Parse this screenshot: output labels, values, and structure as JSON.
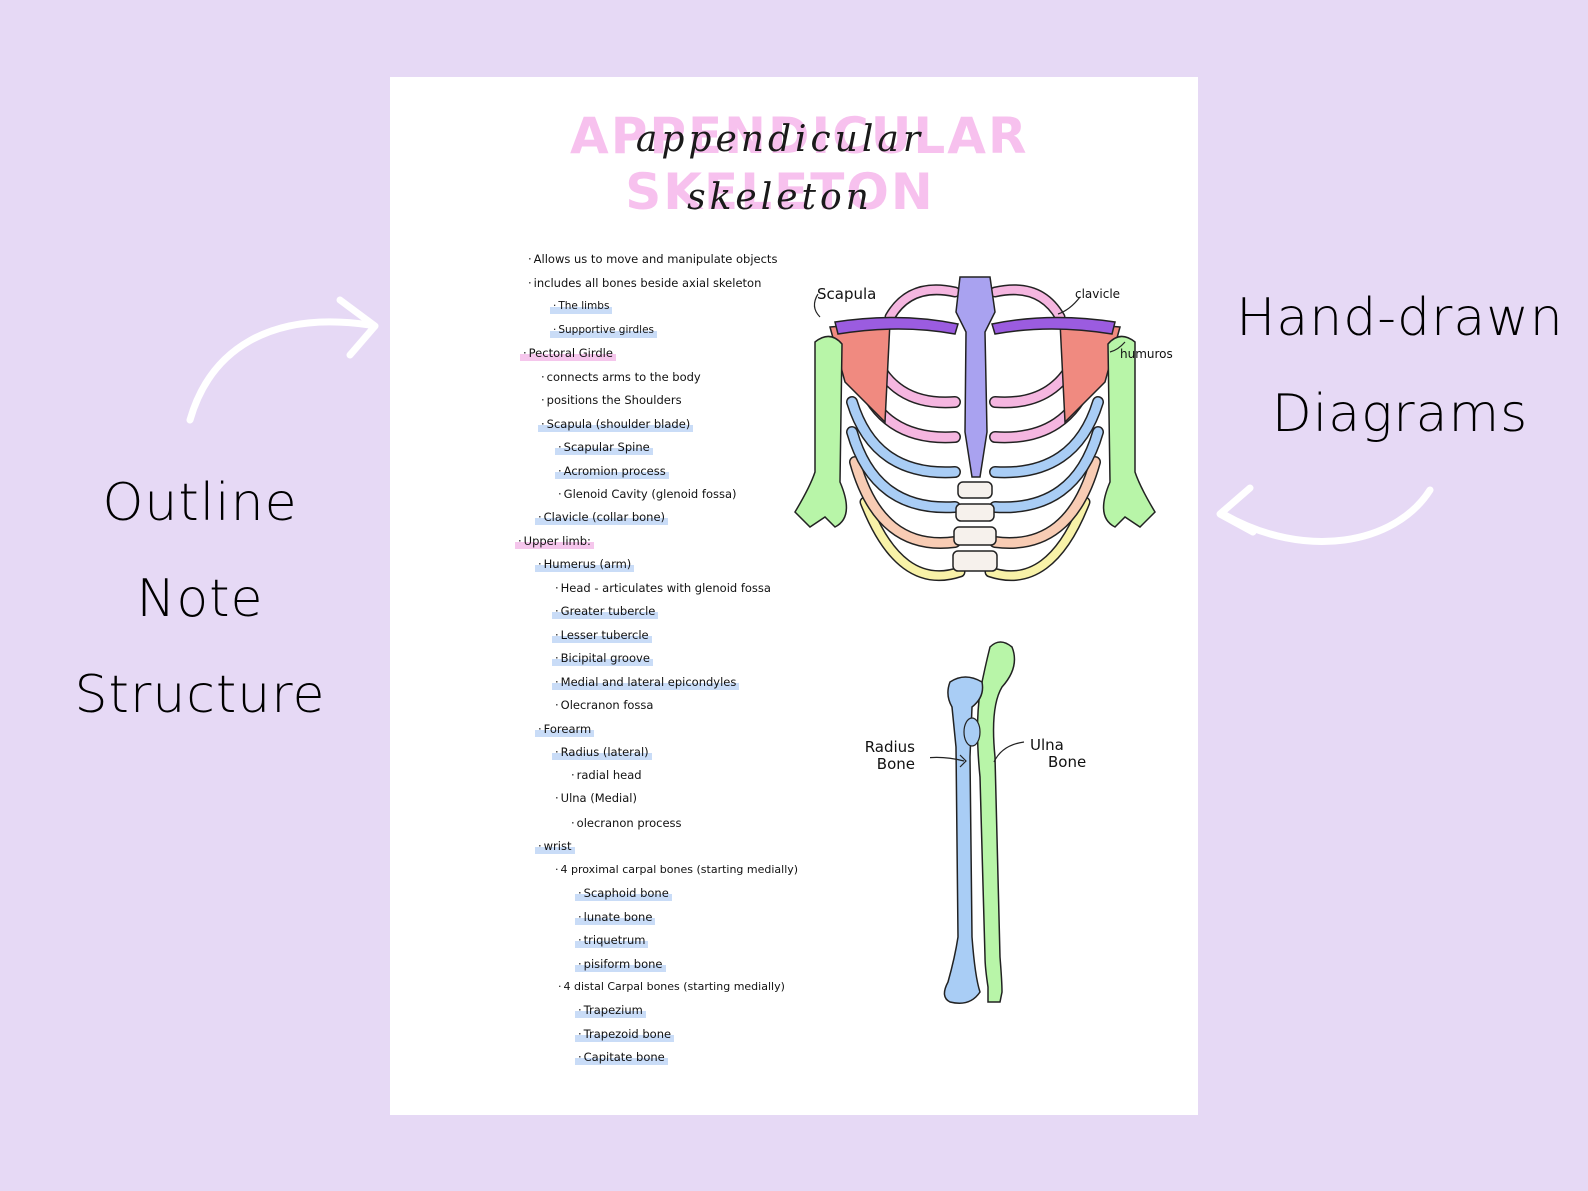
{
  "captions": {
    "left_line1": "Outline Note",
    "left_line2": "Structure",
    "right_line1": "Hand-drawn",
    "right_line2": "Diagrams"
  },
  "sheet": {
    "title_highlight_line1": "APPENDICULAR",
    "title_highlight_line2": "SKELETON",
    "title_script_line1": "appendicular",
    "title_script_line2": "skeleton"
  },
  "notes": [
    "Allows us to move and manipulate objects",
    "includes all bones beside axial skeleton",
    "The limbs",
    "Supportive girdles",
    "Pectoral Girdle",
    "connects arms to the body",
    "positions the Shoulders",
    "Scapula (shoulder blade)",
    "Scapular Spine",
    "Acromion process",
    "Glenoid Cavity (glenoid fossa)",
    "Clavicle (collar bone)",
    "Upper limb:",
    "Humerus (arm)",
    "Head - articulates with glenoid fossa",
    "Greater tubercle",
    "Lesser tubercle",
    "Bicipital groove",
    "Medial and lateral epicondyles",
    "Olecranon fossa",
    "Forearm",
    "Radius (lateral)",
    "radial head",
    "Ulna (Medial)",
    "olecranon process",
    "wrist",
    "4 proximal carpal bones (starting medially)",
    "Scaphoid bone",
    "lunate bone",
    "triquetrum",
    "pisiform bone",
    "4 distal Carpal bones (starting medially)",
    "Trapezium",
    "Trapezoid bone",
    "Capitate bone"
  ],
  "diagram_labels": {
    "scapula": "Scapula",
    "clavicle": "clavicle",
    "humerus": "humuros",
    "radius_line1": "Radius",
    "radius_line2": "Bone",
    "ulna_line1": "Ulna",
    "ulna_line2": "Bone"
  },
  "colors": {
    "background": "#e6d9f5",
    "highlight_pink": "#f5c6ec",
    "highlight_blue": "#c9dcf7",
    "humerus_green": "#b8f5a8",
    "sternum_purple": "#a9a2f0",
    "clavicle_purple": "#9b5ce0",
    "scapula_red": "#f08a80",
    "rib_blue": "#a9cdf5",
    "rib_pink": "#f5b6e0",
    "rib_peach": "#f8ccb4",
    "rib_yellow": "#f8f2a8"
  }
}
